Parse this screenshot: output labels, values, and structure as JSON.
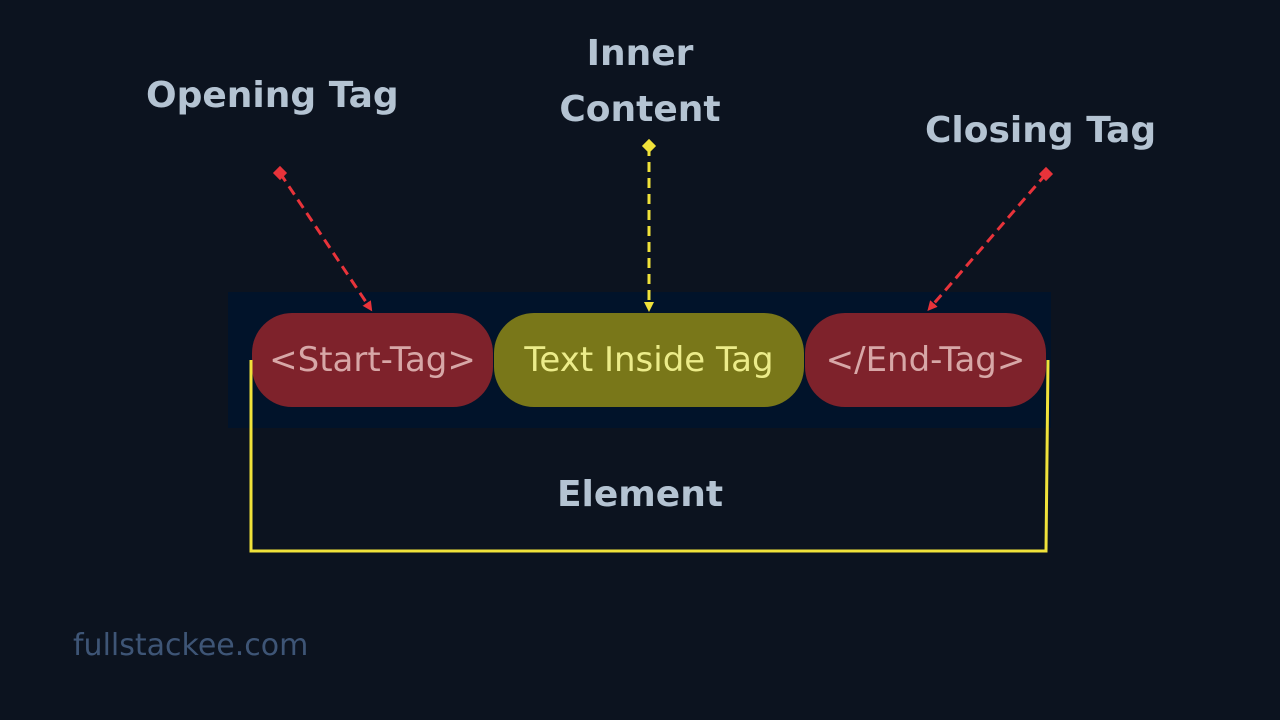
{
  "labels": {
    "opening_tag": "Opening Tag",
    "inner_content_line1": "Inner",
    "inner_content_line2": "Content",
    "closing_tag": "Closing Tag",
    "element": "Element"
  },
  "code": {
    "start_tag": "<Start-Tag>",
    "inner_text": "Text Inside Tag",
    "end_tag": "</End-Tag>"
  },
  "watermark": "fullstackee.com",
  "colors": {
    "background": "#0c131f",
    "label_text": "#b4c3d2",
    "tag_pill": "#7e222b",
    "content_pill": "#797719",
    "red_arrow": "#e8333a",
    "yellow_arrow": "#f0e23a",
    "bracket": "#f0e23a",
    "watermark": "#3e5576"
  }
}
